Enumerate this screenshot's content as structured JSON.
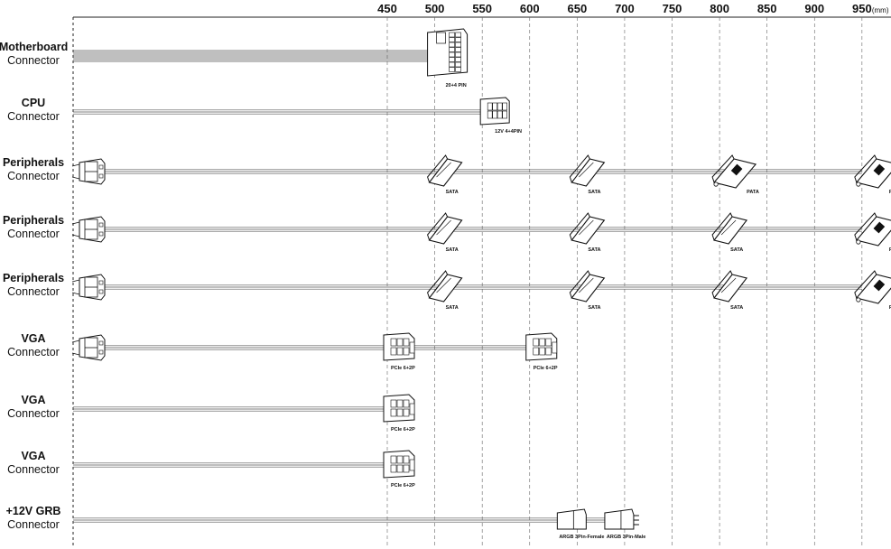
{
  "scale": {
    "ticks": [
      "450",
      "500",
      "550",
      "600",
      "650",
      "700",
      "750",
      "800",
      "850",
      "900",
      "950"
    ],
    "unit": "(mm)"
  },
  "rows": [
    {
      "title": "Motherboard",
      "subtitle": "Connector",
      "psu_plug": false,
      "connectors": [
        {
          "type": "mb24",
          "position_mm": 500,
          "label": "20+4 PIN"
        }
      ]
    },
    {
      "title": "CPU",
      "subtitle": "Connector",
      "psu_plug": false,
      "connectors": [
        {
          "type": "cpu8",
          "position_mm": 550,
          "label": "12V 4+4PIN"
        }
      ]
    },
    {
      "title": "Peripherals",
      "subtitle": "Connector",
      "psu_plug": true,
      "connectors": [
        {
          "type": "sata",
          "position_mm": 500,
          "label": "SATA"
        },
        {
          "type": "sata",
          "position_mm": 650,
          "label": "SATA"
        },
        {
          "type": "pata",
          "position_mm": 800,
          "label": "PATA"
        },
        {
          "type": "pata",
          "position_mm": 950,
          "label": "PATA"
        }
      ]
    },
    {
      "title": "Peripherals",
      "subtitle": "Connector",
      "psu_plug": true,
      "connectors": [
        {
          "type": "sata",
          "position_mm": 500,
          "label": "SATA"
        },
        {
          "type": "sata",
          "position_mm": 650,
          "label": "SATA"
        },
        {
          "type": "sata",
          "position_mm": 800,
          "label": "SATA"
        },
        {
          "type": "pata",
          "position_mm": 950,
          "label": "PATA"
        }
      ]
    },
    {
      "title": "Peripherals",
      "subtitle": "Connector",
      "psu_plug": true,
      "connectors": [
        {
          "type": "sata",
          "position_mm": 500,
          "label": "SATA"
        },
        {
          "type": "sata",
          "position_mm": 650,
          "label": "SATA"
        },
        {
          "type": "sata",
          "position_mm": 800,
          "label": "SATA"
        },
        {
          "type": "pata",
          "position_mm": 950,
          "label": "PATA"
        }
      ]
    },
    {
      "title": "VGA",
      "subtitle": "Connector",
      "psu_plug": true,
      "connectors": [
        {
          "type": "pcie",
          "position_mm": 450,
          "label": "PCIe 6+2P"
        },
        {
          "type": "pcie",
          "position_mm": 600,
          "label": "PCIe 6+2P"
        }
      ]
    },
    {
      "title": "VGA",
      "subtitle": "Connector",
      "psu_plug": false,
      "connectors": [
        {
          "type": "pcie",
          "position_mm": 450,
          "label": "PCIe 6+2P"
        }
      ]
    },
    {
      "title": "VGA",
      "subtitle": "Connector",
      "psu_plug": false,
      "connectors": [
        {
          "type": "pcie",
          "position_mm": 450,
          "label": "PCIe 6+2P"
        }
      ]
    },
    {
      "title": "+12V GRB",
      "subtitle": "Connector",
      "psu_plug": false,
      "connectors": [
        {
          "type": "argb_f",
          "position_mm": 650,
          "label": "ARGB 3Pin-Female"
        },
        {
          "type": "argb_m",
          "position_mm": 700,
          "label": "ARGB 3Pin-Male"
        }
      ]
    }
  ]
}
